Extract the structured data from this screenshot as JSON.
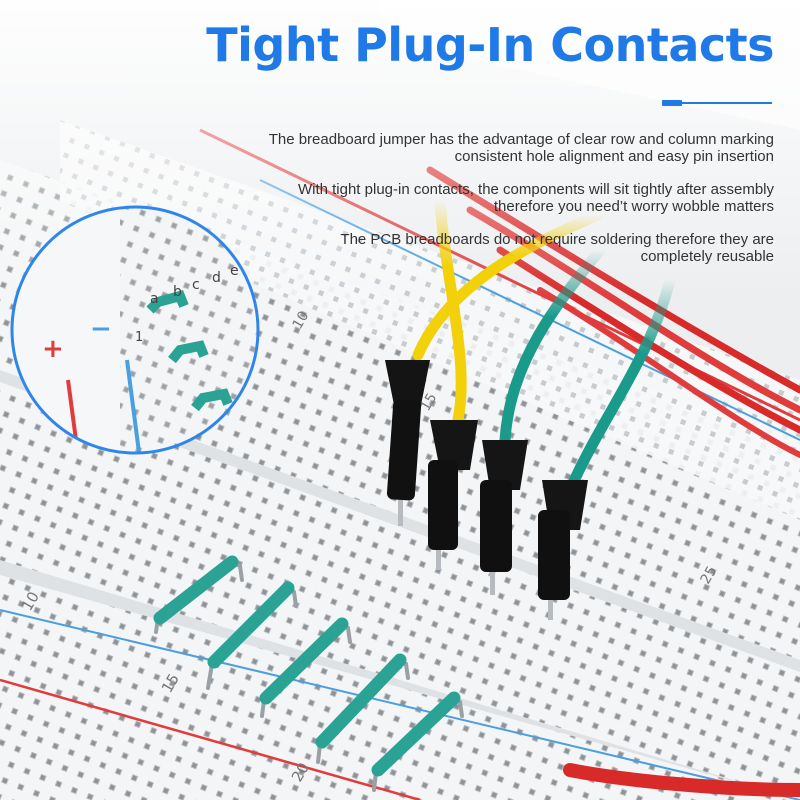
{
  "title": "Tight Plug-In Contacts",
  "paragraphs": [
    {
      "line1": "The breadboard jumper has the advantage of  clear row and column marking",
      "line2": "consistent hole alignment and easy pin insertion"
    },
    {
      "line1": "With tight plug-in contacts, the components will sit tightly after assembly",
      "line2": "therefore you need’t worry wobble matters"
    },
    {
      "line1": "The PCB breadboards do not require soldering therefore they are",
      "line2": "completely reusable"
    }
  ],
  "inset": {
    "plus_sign": "+",
    "minus_sign": "−",
    "column_letters": [
      "a",
      "b",
      "c",
      "d",
      "e"
    ],
    "row_number": "1"
  },
  "board_labels": {
    "upper": [
      "10",
      "15",
      "25"
    ],
    "lower": [
      "10",
      "15",
      "20"
    ]
  },
  "colors": {
    "accent": "#1f7ae8",
    "rail_red": "#e03c3c",
    "rail_blue": "#4a9fe0",
    "wire_yellow": "#f2d10a",
    "wire_green": "#1a9a8a",
    "jumper_teal": "#2aa394",
    "board_white": "#f5f6f7"
  }
}
